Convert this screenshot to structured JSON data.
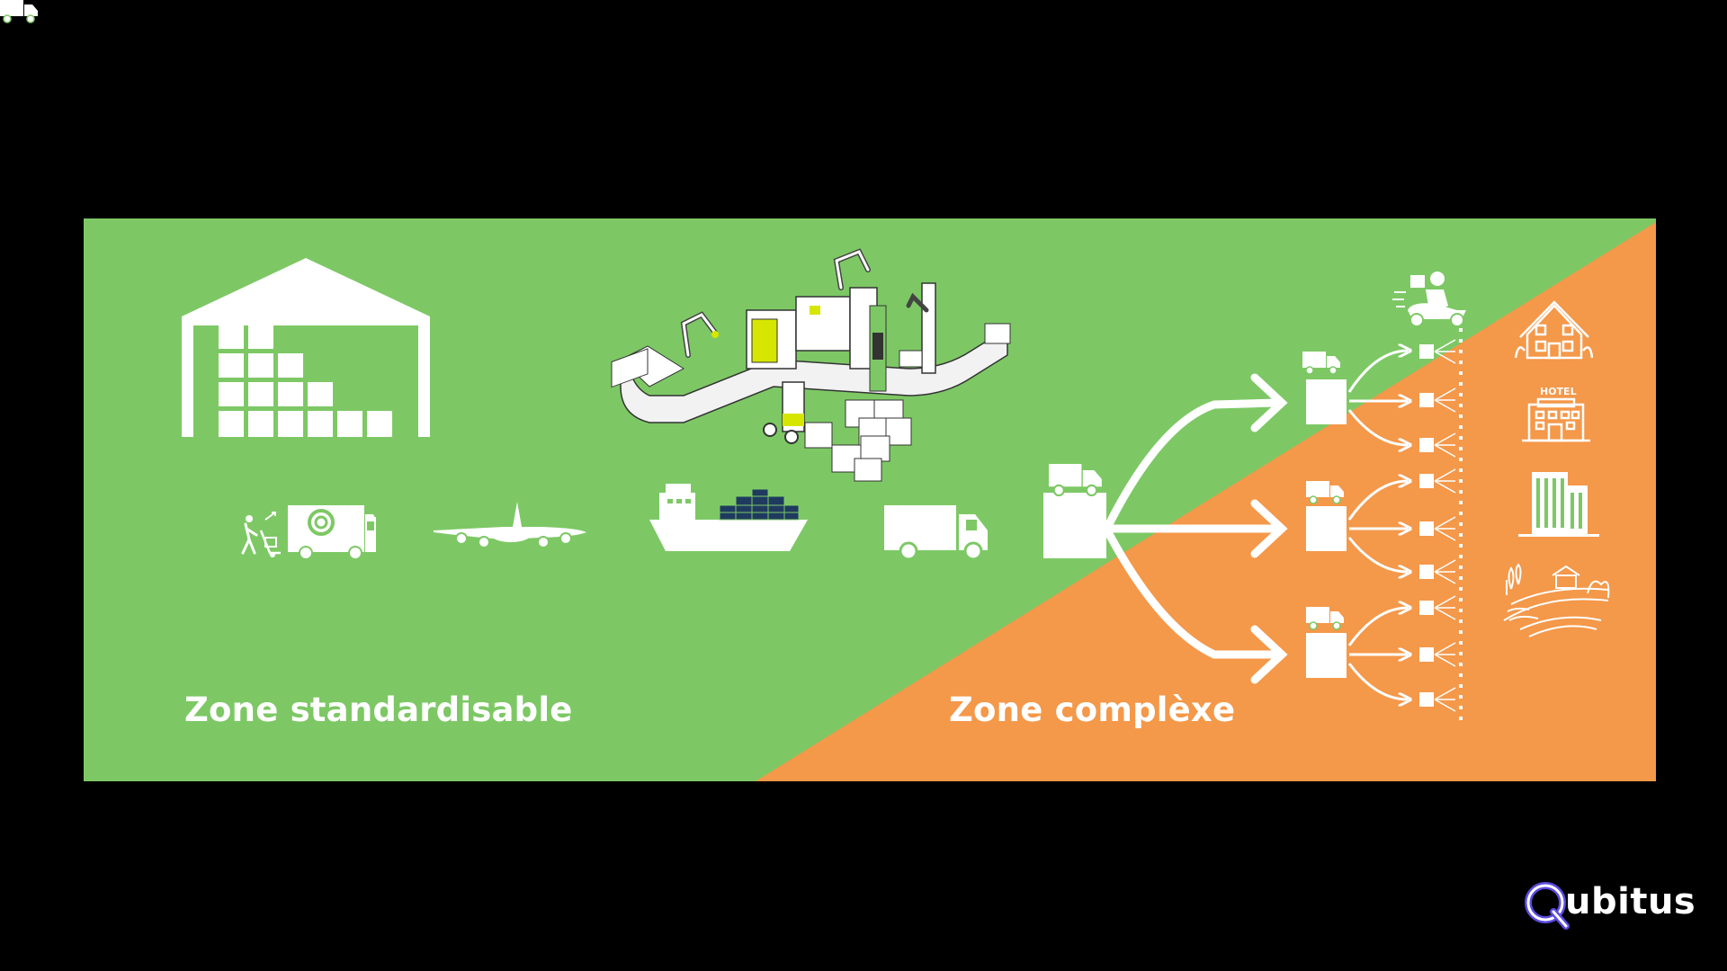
{
  "zones": {
    "standard_label": "Zone standardisable",
    "complex_label": "Zone complèxe"
  },
  "hotel_sign": "HOTEL",
  "brand": {
    "name": "ubitus",
    "logo_letter": "Q"
  },
  "colors": {
    "background": "#000000",
    "standard_zone": "#7DC865",
    "complex_zone": "#F4984A",
    "icons": "#FFFFFF",
    "accent_yellow": "#D6E600",
    "container_blue": "#1F3A5F",
    "logo_ring": "#5B4BE0"
  },
  "icons": {
    "left_zone": [
      "warehouse-icon",
      "automated-factory-icon",
      "delivery-truck-with-handler-icon",
      "airplane-icon",
      "cargo-ship-icon",
      "truck-icon"
    ],
    "distribution": [
      "hub-depot-icon",
      "branch-arrow-icon",
      "courier-scooter-icon"
    ],
    "destinations": [
      "house-icon",
      "hotel-icon",
      "apartment-building-icon",
      "vineyard-farm-icon"
    ]
  }
}
